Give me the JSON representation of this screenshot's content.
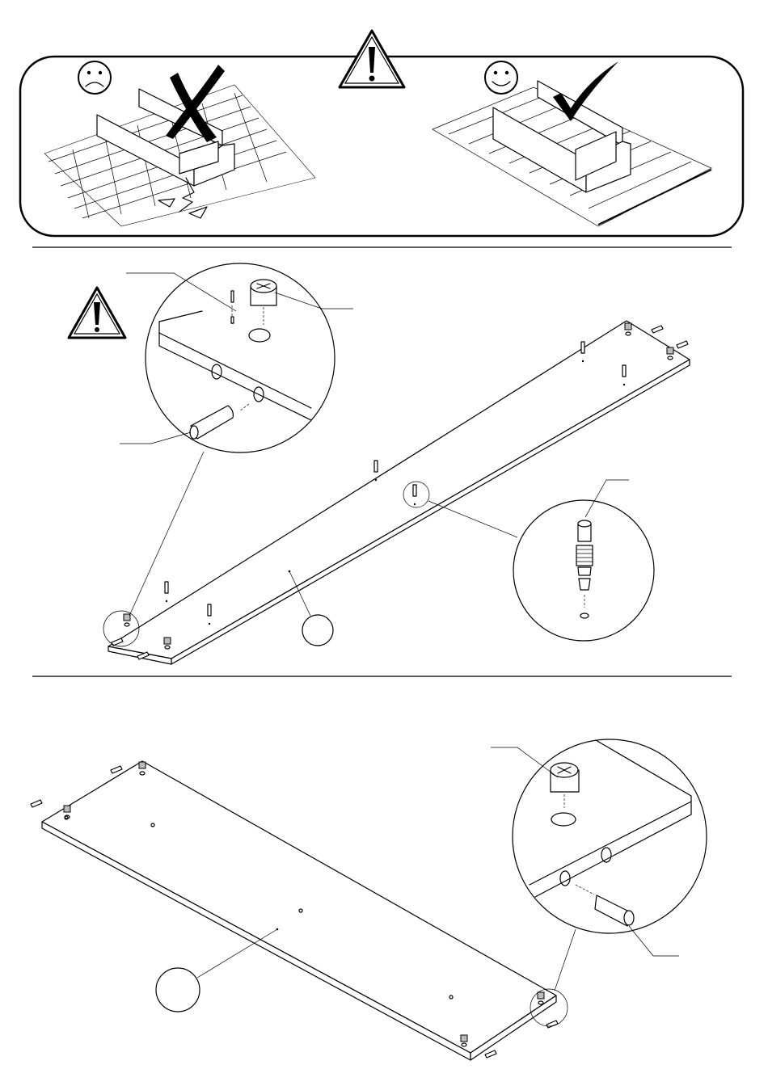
{
  "page": {
    "background": "#ffffff",
    "ink": "#000000"
  },
  "warning_panel": {
    "icons": [
      "sad-face-icon",
      "warning-triangle-icon",
      "happy-face-icon"
    ],
    "wrong_surface": "tiled-floor",
    "right_surface": "carpet",
    "wrong_mark": "cross-mark-icon",
    "right_mark": "check-mark-icon"
  },
  "step_1": {
    "icons": [
      "warning-triangle-icon"
    ],
    "details": [
      "cam-lock-detail",
      "dowel-detail",
      "cam-bolt-detail"
    ]
  },
  "step_2": {
    "details": [
      "cam-lock-detail",
      "dowel-detail"
    ]
  }
}
